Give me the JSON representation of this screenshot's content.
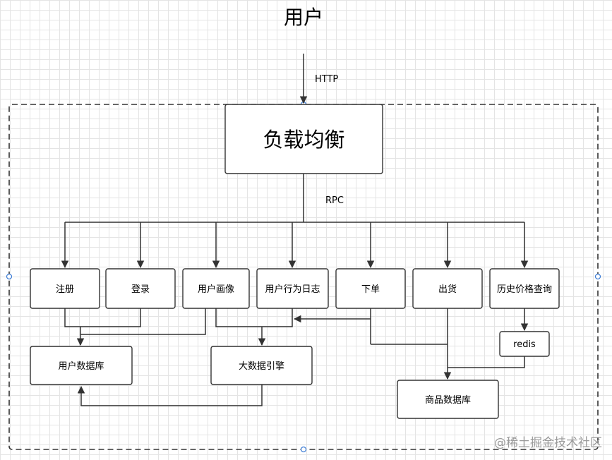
{
  "title": "用户",
  "labels": {
    "http": "HTTP",
    "rpc": "RPC"
  },
  "nodes": {
    "lb": "负载均衡",
    "register": "注册",
    "login": "登录",
    "profile": "用户画像",
    "behavior_log": "用户行为日志",
    "order": "下单",
    "ship": "出货",
    "price_history": "历史价格查询",
    "redis": "redis",
    "user_db": "用户数据库",
    "bigdata": "大数据引擎",
    "goods_db": "商品数据库"
  },
  "watermark": "@稀土掘金技术社区",
  "colors": {
    "line": "#333333",
    "box_stroke": "#333333",
    "handle": "#3a7bd5"
  }
}
